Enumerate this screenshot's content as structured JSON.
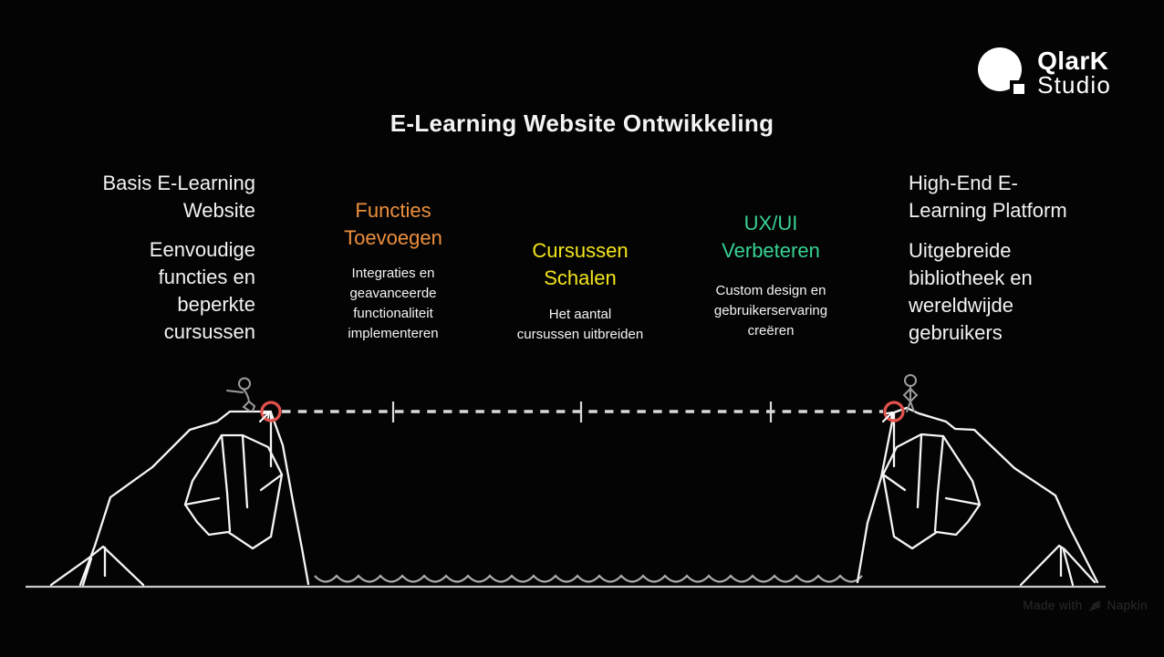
{
  "brand": {
    "name": "QlarK",
    "suffix": "Studio",
    "mark_icon": "circle-square-mark"
  },
  "title": "E-Learning Website Ontwikkeling",
  "stages": [
    {
      "id": "start",
      "title": "Basis E-Learning\nWebsite",
      "description": "Eenvoudige\nfuncties en\nbeperkte\ncursussen",
      "color": "#f2f2f2"
    },
    {
      "id": "functies-toevoegen",
      "title": "Functies\nToevoegen",
      "description": "Integraties en\ngeavanceerde\nfunctionaliteit\nimplementeren",
      "color": "#ec8f3e"
    },
    {
      "id": "cursussen-schalen",
      "title": "Cursussen\nSchalen",
      "description": "Het aantal\ncursussen uitbreiden",
      "color": "#f2e41e"
    },
    {
      "id": "ux-ui-verbeteren",
      "title": "UX/UI\nVerbeteren",
      "description": "Custom design en\ngebruikerservaring\ncreëren",
      "color": "#38d293"
    },
    {
      "id": "end",
      "title": "High-End E-\nLearning Platform",
      "description": "Uitgebreide\nbibliotheek en\nwereldwijde\ngebruikers",
      "color": "#f2f2f2"
    }
  ],
  "diagram": {
    "milestone_ticks": 3,
    "marker_color": "#e1524c",
    "line_color": "#d8d8d8",
    "mountain_color": "#f5f5f5",
    "figure_color": "#9c9c9c",
    "left_figure": "sitting-stick-figure",
    "right_figure": "standing-stick-figure"
  },
  "watermark": {
    "prefix": "Made with",
    "brand": "Napkin"
  }
}
